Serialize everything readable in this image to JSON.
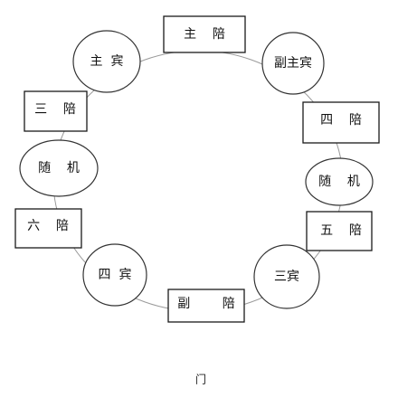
{
  "seats": {
    "zhu_pei": "主    陪",
    "zhu_bin": "主  宾",
    "fu_zhu_bin": "副主宾",
    "san_pei": "三    陪",
    "si_pei": "四    陪",
    "sui_ji_left": "随    机",
    "sui_ji_right": "随    机",
    "liu_pei": "六    陪",
    "wu_pei": "五    陪",
    "si_bin": "四  宾",
    "san_bin": "三宾",
    "fu_pei": "副        陪"
  },
  "door": "门"
}
